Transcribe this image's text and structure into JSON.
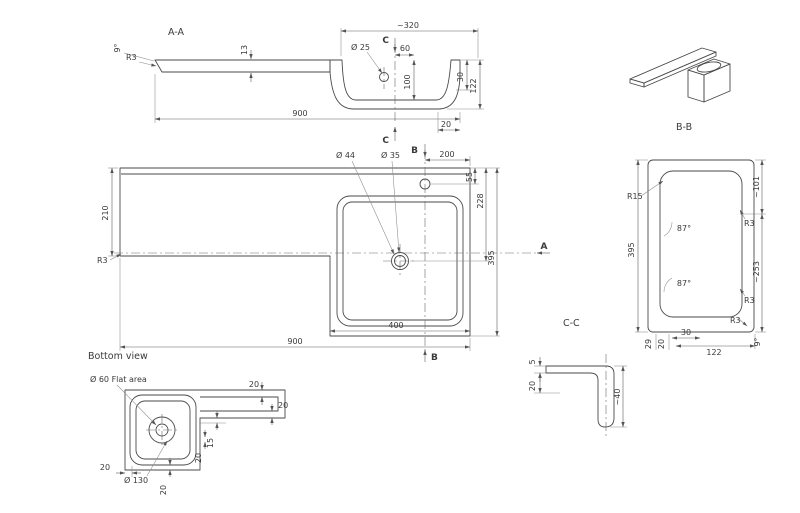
{
  "drawing": {
    "section_aa": {
      "title": "A-A",
      "angle": "9°",
      "r3": "R3",
      "thk13": "13",
      "w320": "~320",
      "c_top": "C",
      "c_bottom": "C",
      "d25": "Ø 25",
      "d60": "60",
      "h100": "100",
      "h30": "30",
      "h122": "122",
      "w900": "900",
      "w20": "20"
    },
    "plan": {
      "d44": "Ø 44",
      "d35": "Ø 35",
      "b_top": "B",
      "b_bottom": "B",
      "w200": "200",
      "h55": "55",
      "h228": "228",
      "h395": "395",
      "a_marker": "A",
      "h210": "210",
      "r3": "R3",
      "w400": "400",
      "w900": "900"
    },
    "iso_title": "B-B",
    "section_bb": {
      "r15": "R15",
      "h101": "~101",
      "r3_top": "R3",
      "ang87_top": "87°",
      "h395": "395",
      "h253": "~253",
      "ang87_bot": "87°",
      "r3_mid": "R3",
      "h29": "29",
      "h20": "20",
      "w30": "30",
      "r3_bot": "R3",
      "w122": "122",
      "ang9": "9°"
    },
    "section_cc": {
      "title": "C-C",
      "d5": "5",
      "d20": "20",
      "d40": "~40"
    },
    "bottom_view": {
      "title": "Bottom view",
      "flat_area": "Ø 60 Flat area",
      "d130": "Ø 130",
      "t20": "20",
      "r20": "20",
      "s15": "15",
      "s20": "20",
      "l20": "20",
      "b20": "20"
    }
  }
}
